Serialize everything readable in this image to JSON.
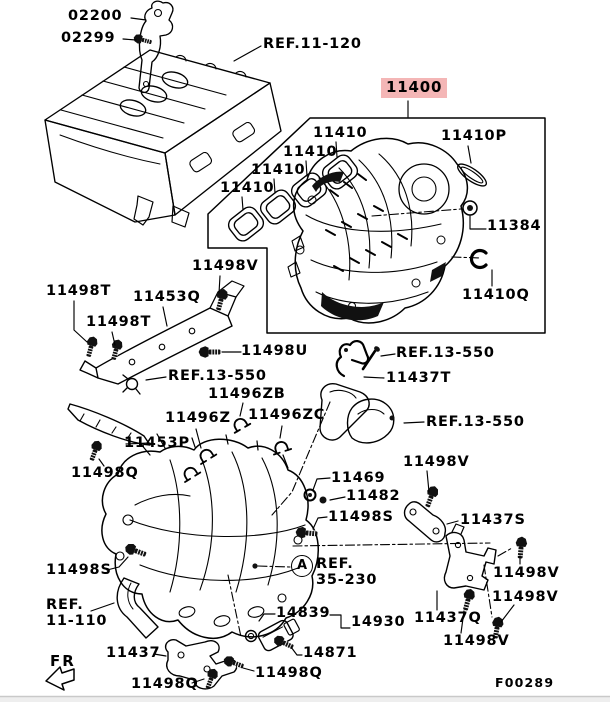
{
  "figure": {
    "code": "F00289",
    "orientation_label": "FR",
    "view_marker": "A",
    "highlighted_part": "11400",
    "highlight_color": "#f4b6b6",
    "line_color": "#000000"
  },
  "labels": [
    {
      "text": "02200"
    },
    {
      "text": "02299"
    },
    {
      "text": "REF.11-120"
    },
    {
      "text": "11400"
    },
    {
      "text": "11410"
    },
    {
      "text": "11410"
    },
    {
      "text": "11410"
    },
    {
      "text": "11410"
    },
    {
      "text": "11410P"
    },
    {
      "text": "11384"
    },
    {
      "text": "11410Q"
    },
    {
      "text": "11498V"
    },
    {
      "text": "11498T"
    },
    {
      "text": "11453Q"
    },
    {
      "text": "11498T"
    },
    {
      "text": "11498U"
    },
    {
      "text": "REF.13-550"
    },
    {
      "text": "11437T"
    },
    {
      "text": "REF.13-550"
    },
    {
      "text": "11496ZB"
    },
    {
      "text": "11496Z"
    },
    {
      "text": "11496ZC"
    },
    {
      "text": "REF.13-550"
    },
    {
      "text": "11453P"
    },
    {
      "text": "11498V"
    },
    {
      "text": "11498Q"
    },
    {
      "text": "11469"
    },
    {
      "text": "11482"
    },
    {
      "text": "11498S"
    },
    {
      "text": "11437S"
    },
    {
      "text": "11498V"
    },
    {
      "line1": "REF.",
      "line2": "35-230"
    },
    {
      "text": "11498S"
    },
    {
      "line1": "REF.",
      "line2": "11-110"
    },
    {
      "text": "11498V"
    },
    {
      "text": "14839"
    },
    {
      "text": "14930"
    },
    {
      "text": "11437Q"
    },
    {
      "text": "11498V"
    },
    {
      "text": "14871"
    },
    {
      "text": "11437"
    },
    {
      "text": "11498Q"
    },
    {
      "text": "11498Q"
    }
  ]
}
